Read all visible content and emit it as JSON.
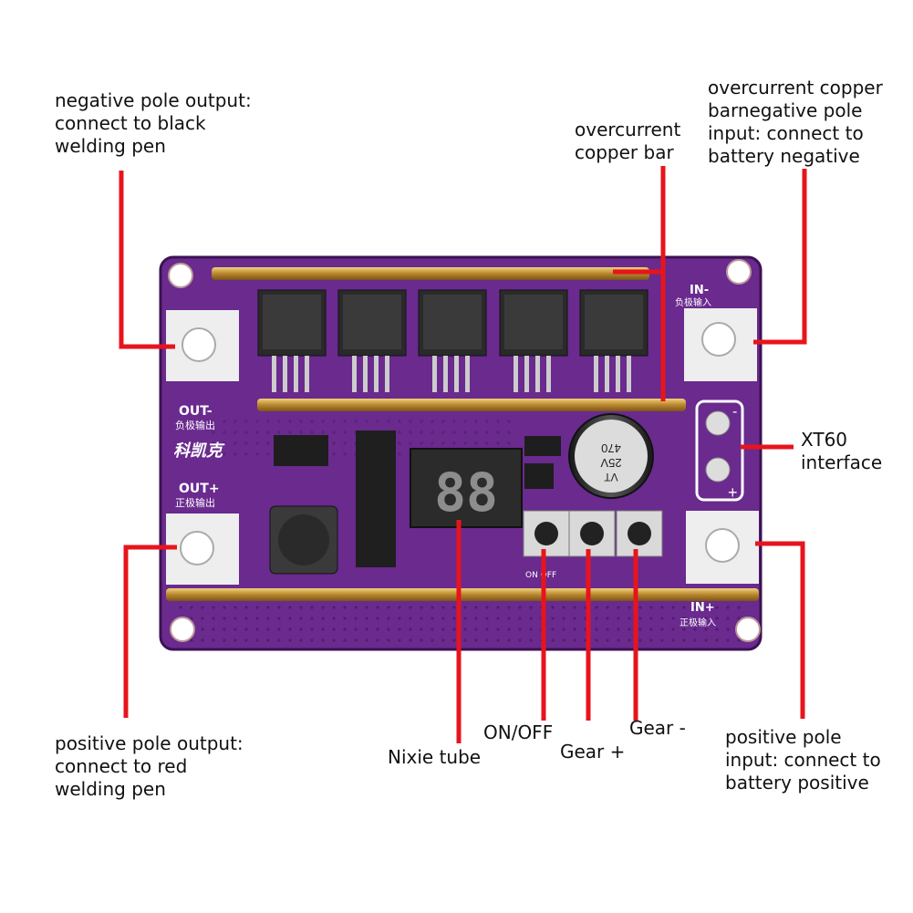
{
  "annotations": {
    "neg_output": "negative pole output:\nconnect to black\nwelding pen",
    "overcurrent_bar": "overcurrent\ncopper bar",
    "overcurrent_neg_input": "overcurrent copper\nbarnegative pole\ninput: connect to\nbattery negative",
    "xt60": "XT60\ninterface",
    "pos_output": "positive pole output:\nconnect to red\nwelding pen",
    "nixie_tube": "Nixie tube",
    "on_off": "ON/OFF",
    "gear_plus": "Gear +",
    "gear_minus": "Gear -",
    "pos_input": "positive pole\ninput: connect to\nbattery positive"
  },
  "board": {
    "out_minus": "OUT-",
    "out_minus_cn": "负极输出",
    "out_plus": "OUT+",
    "out_plus_cn": "正极输出",
    "brand": "科凯克",
    "in_minus": "IN-",
    "in_minus_cn": "负极输入",
    "in_plus": "IN+",
    "in_plus_cn": "正极输入",
    "onoff_silk": "ON  OFF",
    "cap_line1": "VT",
    "cap_line2": "25V",
    "cap_line3": "470",
    "xt60_minus": "-",
    "xt60_plus": "+",
    "display_digits": "88"
  },
  "colors": {
    "pcb": "#6a2a8e",
    "pcb_dark": "#4a1a66",
    "copper": "#c9a24a",
    "callout": "#e8141c",
    "pad": "#eeeeee",
    "component": "#2a2a2a"
  }
}
